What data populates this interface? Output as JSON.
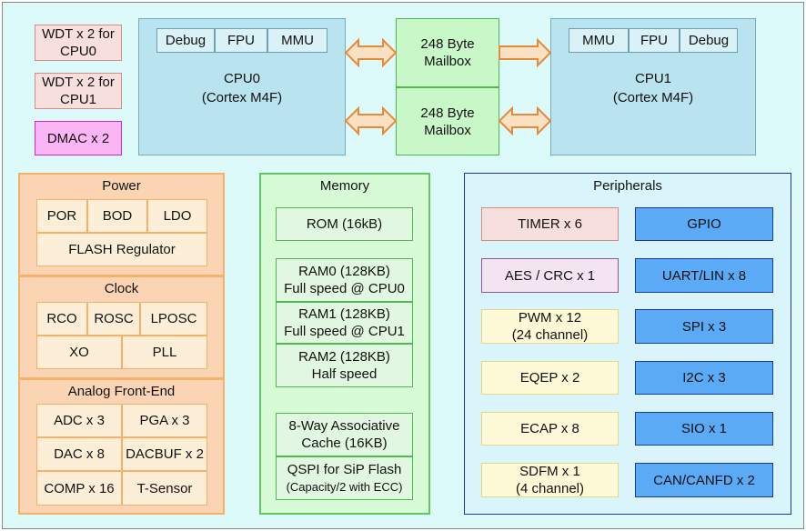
{
  "wdt": {
    "cpu0": "WDT x 2 for CPU0",
    "cpu1": "WDT x 2 for CPU1"
  },
  "dmac": "DMAC x 2",
  "cpu0": {
    "cells": [
      "Debug",
      "FPU",
      "MMU"
    ],
    "name": "CPU0",
    "core": "(Cortex M4F)"
  },
  "cpu1": {
    "cells": [
      "MMU",
      "FPU",
      "Debug"
    ],
    "name": "CPU1",
    "core": "(Cortex M4F)"
  },
  "mailboxes": [
    "248 Byte Mailbox",
    "248 Byte Mailbox"
  ],
  "power": {
    "title": "Power",
    "row1": [
      "POR",
      "BOD",
      "LDO"
    ],
    "row2": "FLASH Regulator"
  },
  "clock": {
    "title": "Clock",
    "row1": [
      "RCO",
      "ROSC",
      "LPOSC"
    ],
    "row2": [
      "XO",
      "PLL"
    ]
  },
  "afe": {
    "title": "Analog Front-End",
    "cells": [
      "ADC x 3",
      "PGA x 3",
      "DAC x 8",
      "DACBUF x 2",
      "COMP x 16",
      "T-Sensor"
    ]
  },
  "memory": {
    "title": "Memory",
    "rom": "ROM (16kB)",
    "ram0": [
      "RAM0 (128KB)",
      "Full speed @ CPU0"
    ],
    "ram1": [
      "RAM1 (128KB)",
      "Full speed @ CPU1"
    ],
    "ram2": [
      "RAM2 (128KB)",
      "Half speed"
    ],
    "cache": [
      "8-Way Associative",
      "Cache (16KB)"
    ],
    "qspi": [
      "QSPI for SiP Flash",
      "(Capacity/2 with ECC)"
    ]
  },
  "peripherals": {
    "title": "Peripherals",
    "left": [
      "TIMER x 6",
      "AES / CRC x 1",
      "PWM x 12\n(24 channel)",
      "EQEP x 2",
      "ECAP x 8",
      "SDFM x 1\n(4 channel)"
    ],
    "right": [
      "GPIO",
      "UART/LIN x 8",
      "SPI x 3",
      "I2C x 3",
      "SIO x 1",
      "CAN/CANFD x 2"
    ]
  },
  "colors": {
    "arrow_fill": "#fbe1c4",
    "arrow_stroke": "#e8893a"
  }
}
